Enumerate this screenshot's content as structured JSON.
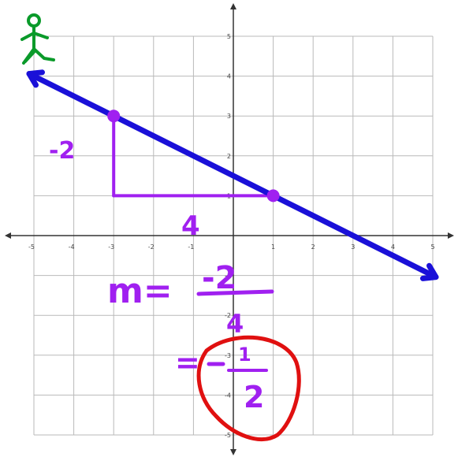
{
  "chart_data": {
    "type": "coordinate-plane",
    "xlim": [
      -5,
      5
    ],
    "ylim": [
      -5,
      5
    ],
    "grid": true,
    "x_ticks": [
      "-5",
      "-4",
      "-3",
      "-2",
      "-1",
      "1",
      "2",
      "3",
      "4",
      "5"
    ],
    "y_ticks": [
      "5",
      "4",
      "3",
      "2",
      "1",
      "-1",
      "-2",
      "-3",
      "-4",
      "-5"
    ],
    "line": {
      "from": [
        -5,
        4
      ],
      "to": [
        5,
        -1
      ],
      "arrows": "both",
      "color": "#1a10d8"
    },
    "points": [
      {
        "x": -3,
        "y": 3
      },
      {
        "x": 1,
        "y": 1
      }
    ],
    "point_color": "#a020f0",
    "slope_triangle": {
      "rise_label": "-2",
      "run_label": "4",
      "color": "#a020f0"
    }
  },
  "annotations": {
    "slope_lhs": "m=",
    "slope_numerator": "-2",
    "slope_denominator": "4",
    "result_eq": "=",
    "result_numerator": "1",
    "result_denominator": "2",
    "result_circle_color": "#e01010"
  },
  "stick_figure": {
    "icon": "stick-figure-icon",
    "color": "#0a9a2a"
  }
}
